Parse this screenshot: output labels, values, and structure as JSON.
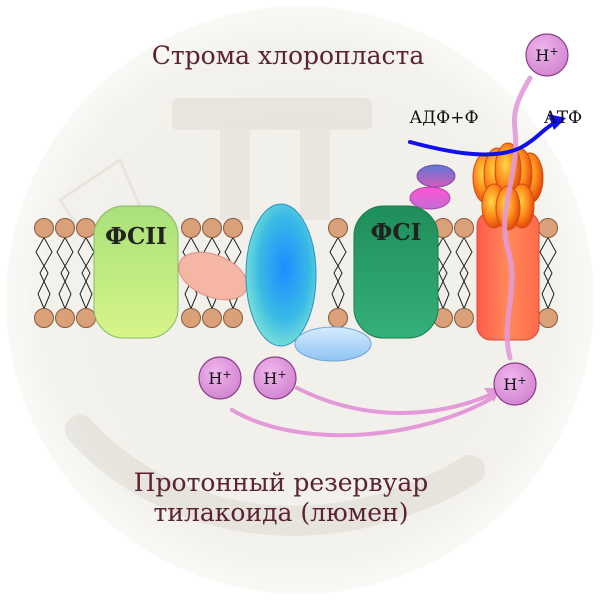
{
  "title_top": "Строма хлоропласта",
  "title_bottom_line1": "Протонный резервуар",
  "title_bottom_line2": "тилакоида (люмен)",
  "complexes": {
    "psii": "ФСII",
    "psi": "ФСI"
  },
  "ions": {
    "stroma": "H+",
    "lumen_left": "H+",
    "lumen_middle": "H+",
    "atp_synthase": "H+"
  },
  "reaction": {
    "substrate": "АДФ+Ф",
    "product": "АТФ"
  },
  "colors": {
    "title": "#5b2233",
    "ion_fill": "#d98fd8",
    "ion_stroke": "#8c3b8a",
    "proton_path": "#e29ad8",
    "reaction_arrow": "#1010ee",
    "lipid_head": "#d9a07a",
    "psii_fill": "#b9ec7c",
    "psi_fill": "#22955f",
    "atp_stalk": "#ff7f50"
  }
}
